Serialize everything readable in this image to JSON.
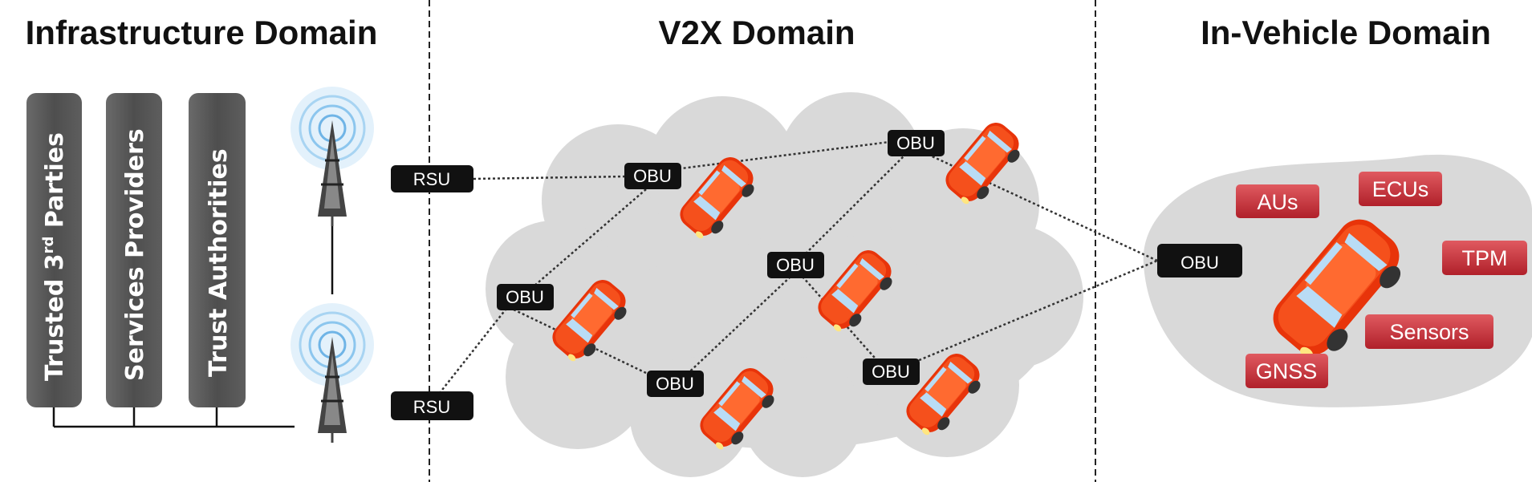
{
  "titles": {
    "infrastructure": "Infrastructure Domain",
    "v2x": "V2X Domain",
    "in_vehicle": "In-Vehicle Domain"
  },
  "pillars": {
    "trusted_prefix": "Trusted 3",
    "trusted_sup": "rd",
    "trusted_suffix": " Parties",
    "services": "Services Providers",
    "authorities": "Trust Authorities"
  },
  "rsu_label": "RSU",
  "obu_label": "OBU",
  "in_vehicle_components": [
    "AUs",
    "ECUs",
    "TPM",
    "Sensors",
    "GNSS"
  ],
  "colors": {
    "car": "#f03c0c",
    "component": "#c8303a",
    "cloud": "#d9d9d9",
    "pillar": "#5a5a5a"
  }
}
